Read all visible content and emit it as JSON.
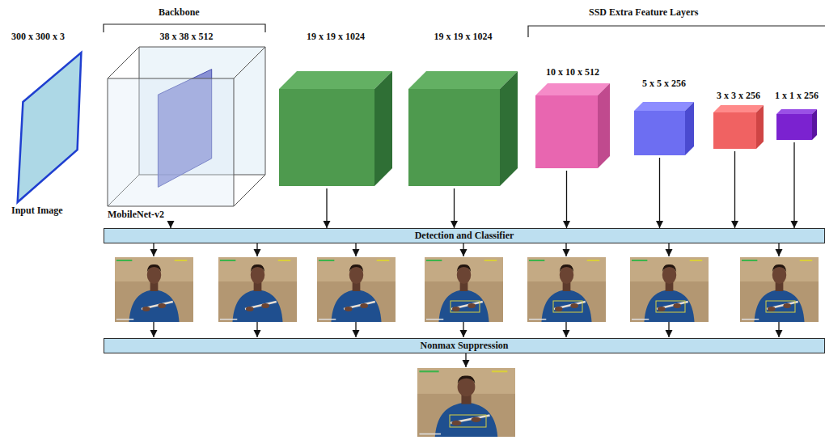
{
  "diagram": {
    "nodes": [
      {
        "text": [
          "300 x 300 x 3",
          "Input Image"
        ]
      },
      {
        "text": [
          "38 x 38 x 512",
          "MobileNet-v2"
        ]
      },
      {
        "text": [
          "19 x 19 x 1024"
        ]
      },
      {
        "text": [
          "19 x 19 x 1024"
        ]
      },
      {
        "text": [
          "10 x 10 x 512"
        ]
      },
      {
        "text": [
          "5 x 5 x 256"
        ]
      },
      {
        "text": [
          "3 x 3 x 256"
        ]
      },
      {
        "text": [
          "1 x 1 x 256"
        ]
      },
      {
        "text": [
          "Detection and Classifier"
        ]
      },
      {
        "text": [
          "Nonmax Suppression"
        ]
      }
    ],
    "edges": [
      {
        "from": 1,
        "to": 8,
        "arrow": "to"
      },
      {
        "from": 2,
        "to": 8,
        "arrow": "to"
      },
      {
        "from": 3,
        "to": 8,
        "arrow": "to"
      },
      {
        "from": 4,
        "to": 8,
        "arrow": "to"
      },
      {
        "from": 5,
        "to": 8,
        "arrow": "to"
      },
      {
        "from": 6,
        "to": 8,
        "arrow": "to"
      },
      {
        "from": 7,
        "to": 8,
        "arrow": "to"
      }
    ],
    "labels": [
      "Backbone",
      "SSD Extra Feature Layers"
    ]
  }
}
